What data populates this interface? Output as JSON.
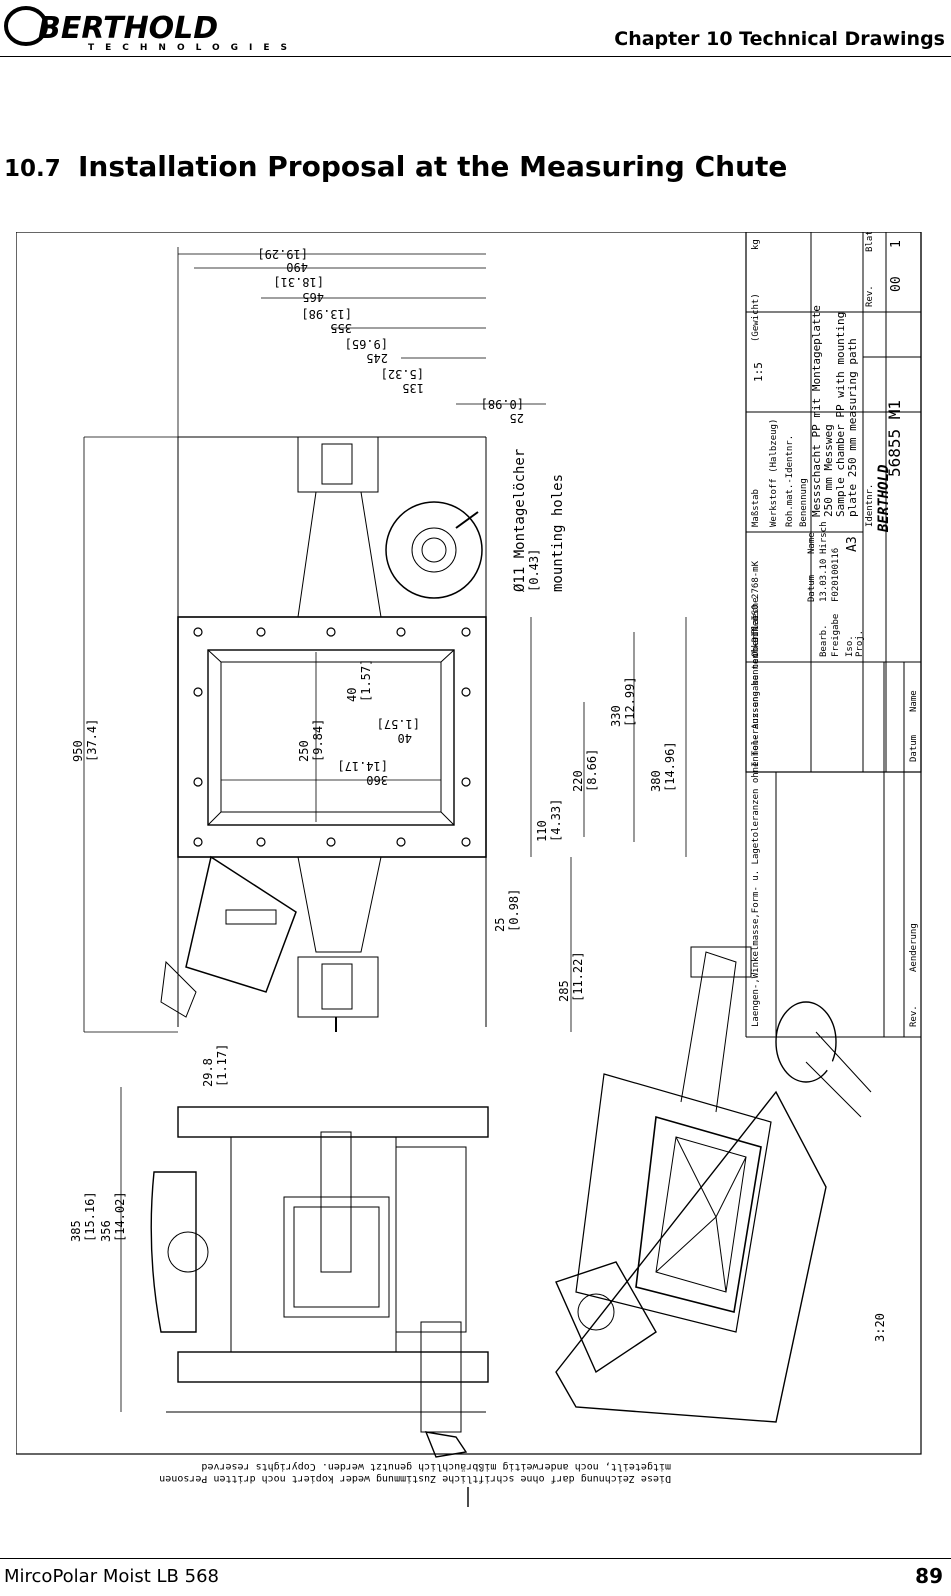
{
  "header": {
    "brand": "BERTHOLD",
    "brand_sub": "TECHNOLOGIES",
    "chapter_title": "Chapter 10 Technical Drawings"
  },
  "section": {
    "number": "10.7",
    "title": "Installation Proposal at the Measuring Chute"
  },
  "drawing": {
    "dim_top": [
      "[19.29]",
      "490",
      "[18.31]",
      "465",
      "[13.98]",
      "355",
      "[9.65]",
      "245",
      "[5.32]",
      "135",
      "[0.98]",
      "25"
    ],
    "dim_950": "950",
    "dim_950_in": "[37.4]",
    "dim_250": "250",
    "dim_250_in": "[9.84]",
    "dim_40a": "40",
    "dim_40a_in": "[1.57]",
    "dim_40b": "40",
    "dim_40b_in": "[1.57]",
    "dim_360": "360",
    "dim_360_in": "[14.17]",
    "dim_110": "110",
    "dim_110_in": "[4.33]",
    "dim_220": "220",
    "dim_220_in": "[8.66]",
    "dim_330": "330",
    "dim_330_in": "[12.99]",
    "dim_380": "380",
    "dim_380_in": "[14.96]",
    "dim_25": "25",
    "dim_25_in": "[0.98]",
    "dim_285": "285",
    "dim_285_in": "[11.22]",
    "dim_298": "29.8",
    "dim_298_in": "[1.17]",
    "dim_385": "385",
    "dim_385_in": "[15.16]",
    "dim_356": "356",
    "dim_356_in": "[14.02]",
    "holes_label": "Ø11  Montagelöcher",
    "holes_in": "[0.43]",
    "holes_en": "mounting holes",
    "scale_iso": "3:20",
    "copyright_1": "Diese Zeichnung darf ohne schriftliche Zustimmung weder kopiert noch dritten Personen",
    "copyright_2": "mitgeteilt, noch anderweitig mißbräuchlich genutzt werden. Copyrights reserved",
    "title_block": {
      "tolerances": "Laengen-,Winkelmasse,Form- u. Lagetoleranzen ohne Toleranz-angabe nach DIN ISO 2768-mK",
      "edges": "Innen- Aussen- kanten kanten",
      "surface": "Oberflaeche",
      "scale_label": "Maßstab",
      "scale": "1:5",
      "weight": "(Gewicht)",
      "unit": "kg",
      "material": "Werkstoff (Halbzeug)",
      "raw": "Roh.mat.-Identnr.",
      "bearb": "Bearb.",
      "bearb_date": "13.03.10",
      "bearb_name": "Hirsch",
      "freigabe": "Freigabe",
      "freigabe_no": "F020100116",
      "datum": "Datum",
      "name": "Name",
      "iso": "Iso.",
      "proj": "Proj.",
      "format": "A3",
      "benennung": "Benennung",
      "desc_1": "Messschacht PP mit Montageplatte",
      "desc_2": "250 mm Messweg",
      "desc_3": "Sample chamber PP with mounting",
      "desc_4": "plate  250 mm measuring path",
      "identnr": "Identnr.",
      "drawing_no": "56855 M1",
      "rev": "Rev.",
      "rev_no": "00",
      "blatt": "Blatt",
      "blatt_no": "1",
      "aenderung": "Aenderung"
    }
  },
  "footer": {
    "product": "MircoPolar Moist LB 568",
    "page_number": "89"
  }
}
